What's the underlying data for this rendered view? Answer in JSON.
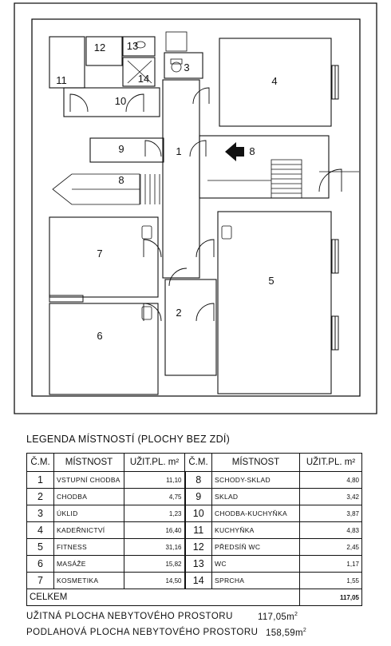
{
  "plan": {
    "room_labels": {
      "r1": "1",
      "r2": "2",
      "r3": "3",
      "r4": "4",
      "r5": "5",
      "r6": "6",
      "r7": "7",
      "r8a": "8",
      "r8b": "8",
      "r9": "9",
      "r10": "10",
      "r11": "11",
      "r12": "12",
      "r13": "13",
      "r14": "14"
    }
  },
  "legend": {
    "title": "LEGENDA MÍSTNOSTÍ (PLOCHY BEZ ZDÍ)",
    "headers": [
      "Č.M.",
      "MÍSTNOST",
      "UŽIT.PL. m²",
      "Č.M.",
      "MÍSTNOST",
      "UŽIT.PL. m²"
    ],
    "rows": [
      {
        "n1": "1",
        "name1": "VSTUPNÍ CHODBA",
        "a1": "11,10",
        "n2": "8",
        "name2": "SCHODY-SKLAD",
        "a2": "4,80"
      },
      {
        "n1": "2",
        "name1": "CHODBA",
        "a1": "4,75",
        "n2": "9",
        "name2": "SKLAD",
        "a2": "3,42"
      },
      {
        "n1": "3",
        "name1": "ÚKLID",
        "a1": "1,23",
        "n2": "10",
        "name2": "CHODBA-KUCHYŇKA",
        "a2": "3,87"
      },
      {
        "n1": "4",
        "name1": "KADEŘNICTVÍ",
        "a1": "16,40",
        "n2": "11",
        "name2": "KUCHYŇKA",
        "a2": "4,83"
      },
      {
        "n1": "5",
        "name1": "FITNESS",
        "a1": "31,16",
        "n2": "12",
        "name2": "PŘEDSÍŇ WC",
        "a2": "2,45"
      },
      {
        "n1": "6",
        "name1": "MASÁŽE",
        "a1": "15,82",
        "n2": "13",
        "name2": "WC",
        "a2": "1,17"
      },
      {
        "n1": "7",
        "name1": "KOSMETIKA",
        "a1": "14,50",
        "n2": "14",
        "name2": "SPRCHA",
        "a2": "1,55"
      }
    ],
    "total_label": "CELKEM",
    "total_value": "117,05"
  },
  "summary": {
    "usable_label": "UŽITNÁ PLOCHA NEBYTOVÉHO PROSTORU",
    "usable_value": "117,05m",
    "floor_label": "PODLAHOVÁ PLOCHA NEBYTOVÉHO PROSTORU",
    "floor_value": "158,59m",
    "unit_sup": "2"
  }
}
